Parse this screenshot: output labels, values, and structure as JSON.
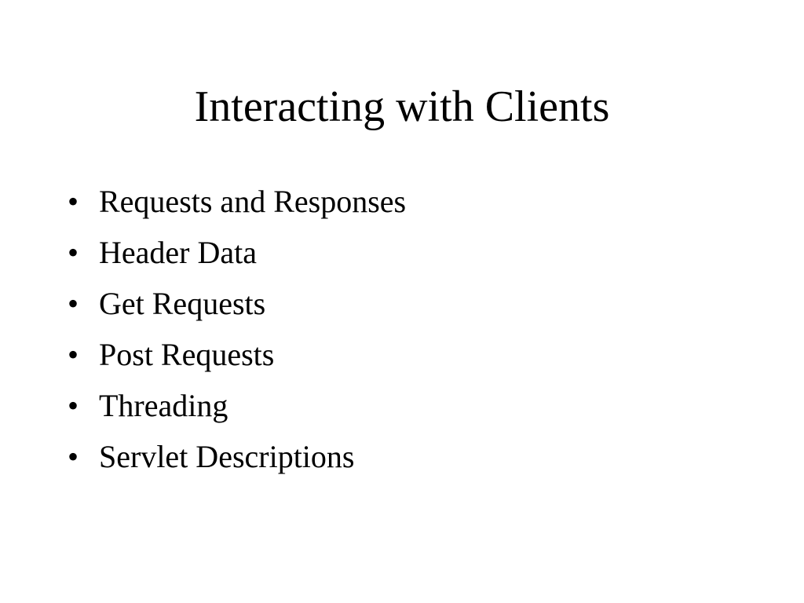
{
  "slide": {
    "title": "Interacting with Clients",
    "bullet_glyph": "•",
    "bullets": [
      "Requests and Responses",
      "Header Data",
      "Get Requests",
      "Post Requests",
      "Threading",
      "Servlet Descriptions"
    ]
  },
  "colors": {
    "background": "#ffffff",
    "text": "#000000"
  }
}
